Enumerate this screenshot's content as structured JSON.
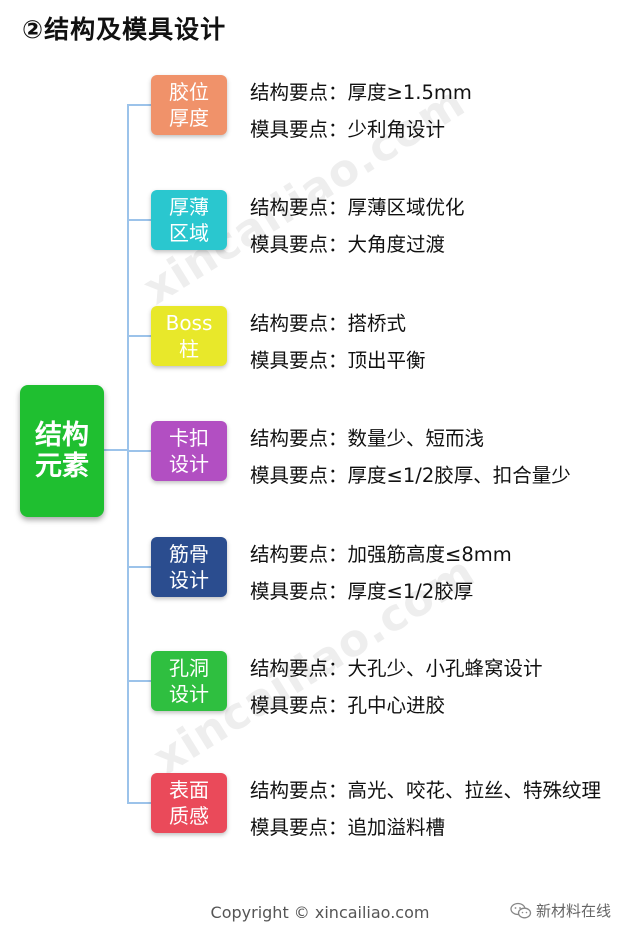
{
  "title": "②结构及模具设计",
  "root": {
    "label": "结构\n元素",
    "color": "#1fbf30"
  },
  "line_color": "#9cc3ea",
  "nodes": [
    {
      "label": "胶位\n厚度",
      "color": "#f0926a",
      "structure": "结构要点：厚度≥1.5mm",
      "mold": "模具要点：少利角设计"
    },
    {
      "label": "厚薄\n区域",
      "color": "#2ac7cf",
      "structure": "结构要点：厚薄区域优化",
      "mold": "模具要点：大角度过渡"
    },
    {
      "label": "Boss\n柱",
      "color": "#e8e82a",
      "structure": "结构要点：搭桥式",
      "mold": "模具要点：顶出平衡"
    },
    {
      "label": "卡扣\n设计",
      "color": "#b24fc2",
      "structure": "结构要点：数量少、短而浅",
      "mold": "模具要点：厚度≤1/2胶厚、扣合量少"
    },
    {
      "label": "筋骨\n设计",
      "color": "#2b4d8f",
      "structure": "结构要点：加强筋高度≤8mm",
      "mold": "模具要点：厚度≤1/2胶厚"
    },
    {
      "label": "孔洞\n设计",
      "color": "#2fbf40",
      "structure": "结构要点：大孔少、小孔蜂窝设计",
      "mold": "模具要点：孔中心进胶"
    },
    {
      "label": "表面\n质感",
      "color": "#ea4a5a",
      "structure": "结构要点：高光、咬花、拉丝、特殊纹理",
      "mold": "模具要点：追加溢料槽"
    }
  ],
  "watermark": "xincailiao.com",
  "copyright": "Copyright © xincailiao.com",
  "badge": "新材料在线",
  "badge_icon": "wechat-icon"
}
